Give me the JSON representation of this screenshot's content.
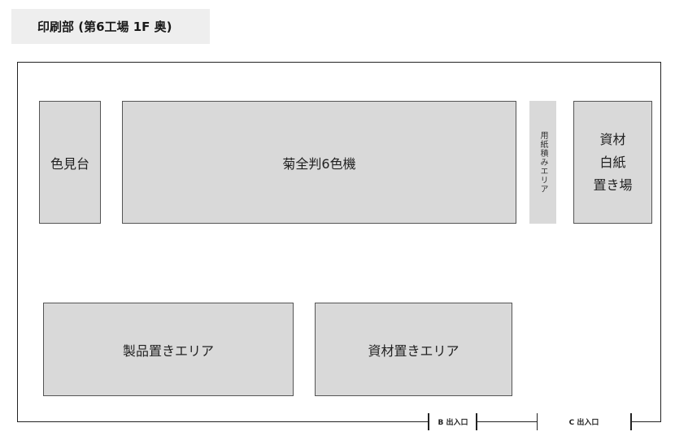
{
  "title": "印刷部 (第6工場 1F 奥)",
  "zones": {
    "color_desk": "色見台",
    "press": "菊全判6色機",
    "paper_stack": "用紙積みエリア",
    "materials_white": [
      "資材",
      "白紙",
      "置き場"
    ],
    "product_area": "製品置きエリア",
    "material_area": "資材置きエリア"
  },
  "doors": {
    "b": "B 出入口",
    "c": "C 出入口"
  },
  "colors": {
    "zone_fill": "#d9d9d9",
    "zone_border": "#555555",
    "title_bg": "#eeeeee",
    "wall": "#222222"
  }
}
